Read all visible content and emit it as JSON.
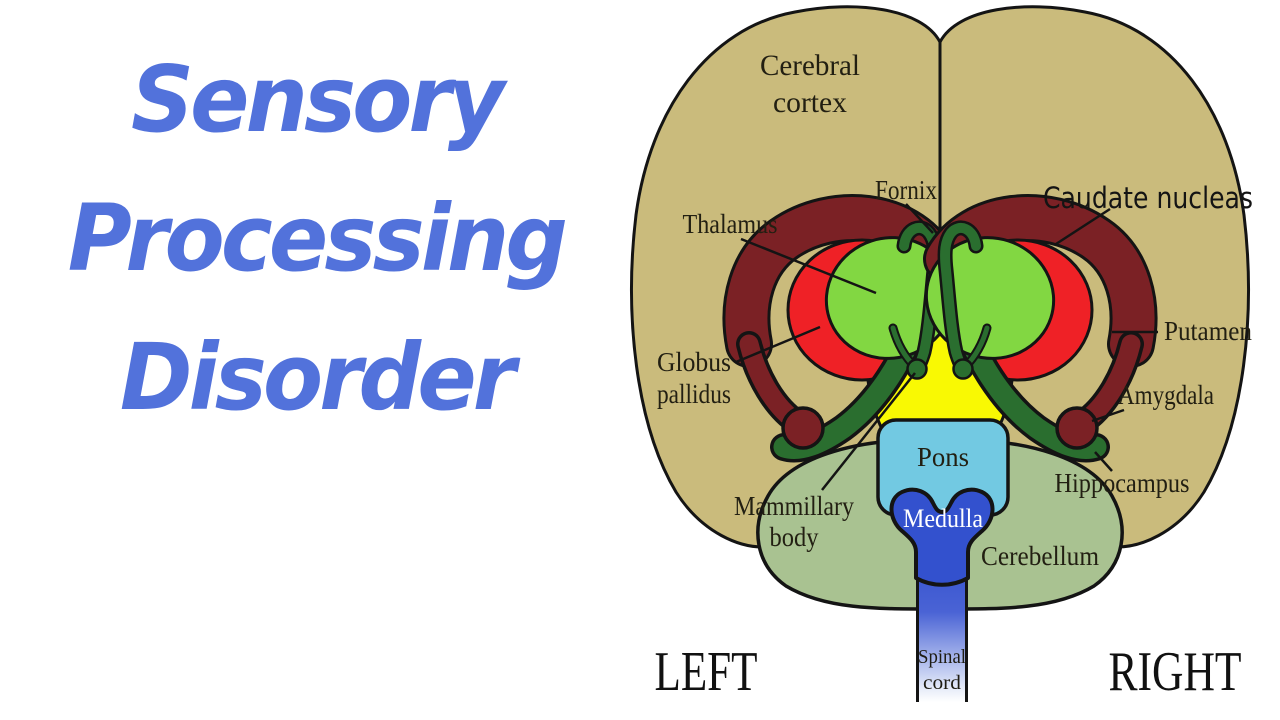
{
  "title": {
    "lines": [
      "Sensory",
      "Processing",
      "Disorder"
    ],
    "color": "#5272db"
  },
  "diagram": {
    "labels": {
      "cerebral_cortex_line1": "Cerebral",
      "cerebral_cortex_line2": "cortex",
      "fornix": "Fornix",
      "caudate_nucleus": "Caudate nucleas",
      "thalamus": "Thalamus",
      "putamen": "Putamen",
      "globus_line1": "Globus",
      "globus_line2": "pallidus",
      "amygdala": "Amygdala",
      "hippocampus": "Hippocampus",
      "mammillary_line1": "Mammillary",
      "mammillary_line2": "body",
      "pons": "Pons",
      "medulla": "Medulla",
      "cerebellum": "Cerebellum",
      "spinal_line1": "Spinal",
      "spinal_line2": "cord",
      "left": "LEFT",
      "right": "RIGHT"
    },
    "colors": {
      "cortex": "#cabb7c",
      "cerebellum": "#a9c291",
      "pons": "#72c9e2",
      "medulla": "#3351ce",
      "yellow_hypothalamus": "#f9f903",
      "maroon_caudate": "#7b2125",
      "red_globus": "#ef2126",
      "green_thalamus": "#82d742",
      "darkgreen_fornix": "#2a6e2f",
      "outline": "#141414",
      "title_blue": "#5272db"
    }
  }
}
